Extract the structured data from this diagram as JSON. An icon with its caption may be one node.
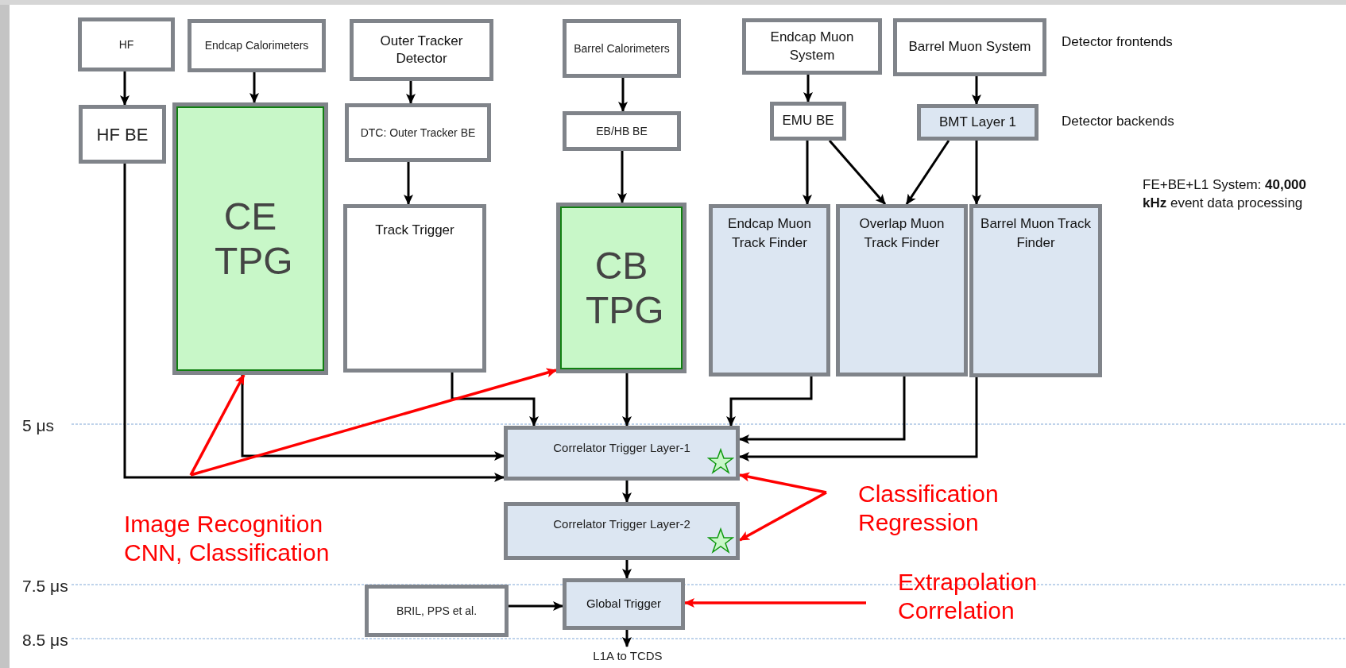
{
  "diagram": {
    "nodes": [
      {
        "text": [
          "HF"
        ]
      },
      {
        "text": [
          "Endcap Calorimeters"
        ]
      },
      {
        "text": [
          "Outer Tracker Detector"
        ]
      },
      {
        "text": [
          "Barrel Calorimeters"
        ]
      },
      {
        "text": [
          "Endcap Muon System"
        ]
      },
      {
        "text": [
          "Barrel Muon System"
        ]
      },
      {
        "text": [
          "HF BE"
        ]
      },
      {
        "text": [
          "CE TPG"
        ]
      },
      {
        "text": [
          "DTC: Outer Tracker BE"
        ]
      },
      {
        "text": [
          "EB/HB BE"
        ]
      },
      {
        "text": [
          "EMU BE"
        ]
      },
      {
        "text": [
          "BMT Layer 1"
        ]
      },
      {
        "text": [
          "Track Trigger"
        ]
      },
      {
        "text": [
          "CB TPG"
        ]
      },
      {
        "text": [
          "Endcap Muon Track Finder"
        ]
      },
      {
        "text": [
          "Overlap Muon Track Finder"
        ]
      },
      {
        "text": [
          "Barrel Muon Track Finder"
        ]
      },
      {
        "text": [
          "Correlator Trigger Layer-1"
        ]
      },
      {
        "text": [
          "Correlator Trigger Layer-2"
        ]
      },
      {
        "text": [
          "BRIL, PPS et al."
        ]
      },
      {
        "text": [
          "Global Trigger"
        ]
      },
      {
        "text": [
          "L1A to TCDS"
        ]
      },
      {
        "text": [
          "Image Recognition CNN, Classification"
        ]
      },
      {
        "text": [
          "Classification Regression"
        ]
      },
      {
        "text": [
          "Extrapolation Correlation"
        ]
      }
    ],
    "edges": [
      {
        "from": 0,
        "to": 6,
        "arrow": "to"
      },
      {
        "from": 1,
        "to": 7,
        "arrow": "to"
      },
      {
        "from": 2,
        "to": 8,
        "arrow": "to"
      },
      {
        "from": 8,
        "to": 12,
        "arrow": "to"
      },
      {
        "from": 3,
        "to": 9,
        "arrow": "to"
      },
      {
        "from": 9,
        "to": 13,
        "arrow": "to"
      },
      {
        "from": 4,
        "to": 10,
        "arrow": "to"
      },
      {
        "from": 5,
        "to": 11,
        "arrow": "to"
      },
      {
        "from": 10,
        "to": 14,
        "arrow": "to"
      },
      {
        "from": 10,
        "to": 15,
        "arrow": "to"
      },
      {
        "from": 11,
        "to": 15,
        "arrow": "to"
      },
      {
        "from": 11,
        "to": 16,
        "arrow": "to"
      },
      {
        "from": 6,
        "to": 17,
        "arrow": "to"
      },
      {
        "from": 7,
        "to": 17,
        "arrow": "to"
      },
      {
        "from": 12,
        "to": 17,
        "arrow": "to"
      },
      {
        "from": 13,
        "to": 17,
        "arrow": "to"
      },
      {
        "from": 14,
        "to": 17,
        "arrow": "to"
      },
      {
        "from": 15,
        "to": 17,
        "arrow": "to"
      },
      {
        "from": 16,
        "to": 17,
        "arrow": "to"
      },
      {
        "from": 17,
        "to": 18,
        "arrow": "to"
      },
      {
        "from": 18,
        "to": 20,
        "arrow": "to"
      },
      {
        "from": 19,
        "to": 20,
        "arrow": "to"
      },
      {
        "from": 20,
        "to": 21,
        "arrow": "to"
      },
      {
        "from": 22,
        "to": 7,
        "arrow": "to",
        "color": "#ff0000"
      },
      {
        "from": 22,
        "to": 13,
        "arrow": "to",
        "color": "#ff0000"
      },
      {
        "from": 23,
        "to": 17,
        "arrow": "to",
        "color": "#ff0000"
      },
      {
        "from": 23,
        "to": 18,
        "arrow": "to",
        "color": "#ff0000"
      },
      {
        "from": 24,
        "to": 20,
        "arrow": "to",
        "color": "#ff0000"
      }
    ],
    "labels": [
      "Detector frontends",
      "Detector backends",
      "FE+BE+L1 System: **40,000 kHz** event data processing",
      "5 μs",
      "7.5 μs",
      "8.5 μs"
    ]
  }
}
